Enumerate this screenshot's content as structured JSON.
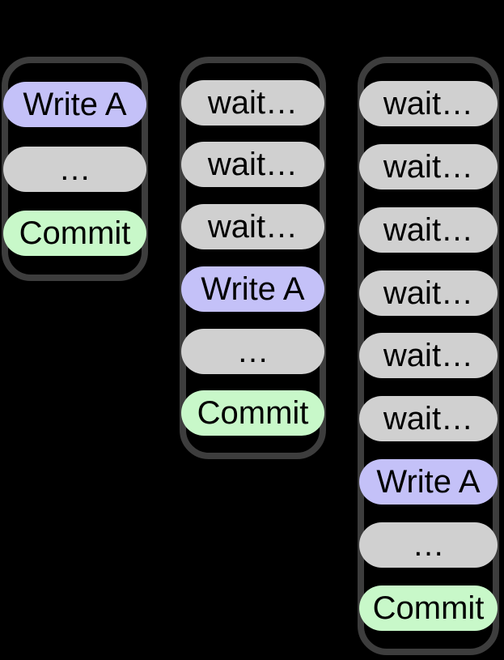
{
  "diagram": {
    "columns": [
      {
        "id": "transaction-queue-1",
        "steps": [
          {
            "label": "Write A",
            "type": "write"
          },
          {
            "label": "…",
            "type": "ellipsis"
          },
          {
            "label": "Commit",
            "type": "commit"
          }
        ]
      },
      {
        "id": "transaction-queue-2",
        "steps": [
          {
            "label": "wait…",
            "type": "wait"
          },
          {
            "label": "wait…",
            "type": "wait"
          },
          {
            "label": "wait…",
            "type": "wait"
          },
          {
            "label": "Write A",
            "type": "write"
          },
          {
            "label": "…",
            "type": "ellipsis"
          },
          {
            "label": "Commit",
            "type": "commit"
          }
        ]
      },
      {
        "id": "transaction-queue-3",
        "steps": [
          {
            "label": "wait…",
            "type": "wait"
          },
          {
            "label": "wait…",
            "type": "wait"
          },
          {
            "label": "wait…",
            "type": "wait"
          },
          {
            "label": "wait…",
            "type": "wait"
          },
          {
            "label": "wait…",
            "type": "wait"
          },
          {
            "label": "wait…",
            "type": "wait"
          },
          {
            "label": "Write A",
            "type": "write"
          },
          {
            "label": "…",
            "type": "ellipsis"
          },
          {
            "label": "Commit",
            "type": "commit"
          }
        ]
      }
    ]
  },
  "colors": {
    "background": "#000000",
    "container_border": "#3d3d3d",
    "container_fill": "#000000",
    "pill_wait": "#d0d0d0",
    "pill_write": "#c4c1f8",
    "pill_commit": "#c8f8c9",
    "pill_text": "#000000"
  }
}
